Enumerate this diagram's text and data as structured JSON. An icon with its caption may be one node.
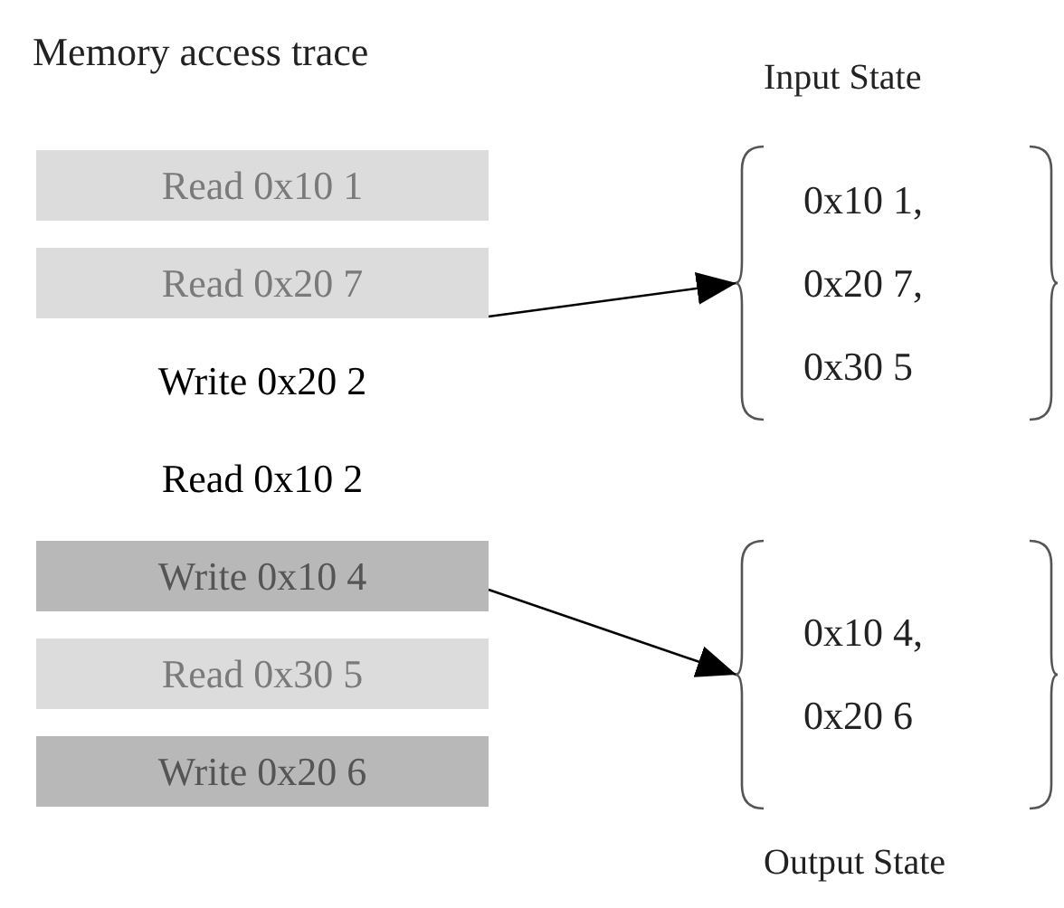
{
  "diagram": {
    "title": "Memory access trace",
    "nodes": [
      {
        "text": [
          "Read 0x10 1"
        ]
      },
      {
        "text": [
          "Read 0x20 7"
        ]
      },
      {
        "text": [
          "Write 0x20 2"
        ]
      },
      {
        "text": [
          "Read 0x10 2"
        ]
      },
      {
        "text": [
          "Write 0x10 4"
        ]
      },
      {
        "text": [
          "Read 0x30 5"
        ]
      },
      {
        "text": [
          "Write 0x20 6"
        ]
      },
      {
        "text": [
          "Input State",
          "0x10 1,",
          "0x20 7,",
          "0x30 5"
        ]
      },
      {
        "text": [
          "0x10 4,",
          "0x20 6",
          "Output State"
        ]
      }
    ],
    "edges": [
      {
        "from": 1,
        "to": 7,
        "arrow": "to"
      },
      {
        "from": 4,
        "to": 8,
        "arrow": "to"
      }
    ]
  }
}
